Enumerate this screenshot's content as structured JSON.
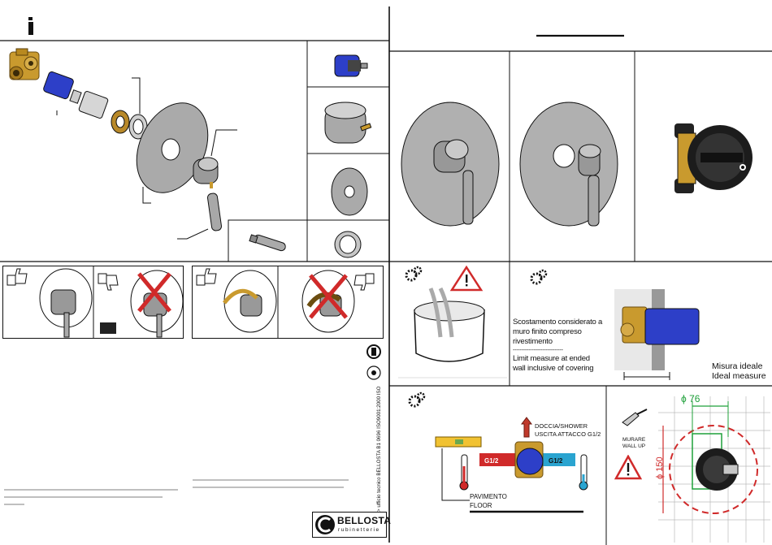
{
  "header": {
    "info_icon": "info-icon"
  },
  "offset": {
    "it": "Scostamento considerato a muro finito compreso rivestimento",
    "divider": "-----------------------------",
    "en": "Limit measure at ended wall inclusive of covering"
  },
  "ideal": {
    "it": "Misura ideale",
    "en": "Ideal measure"
  },
  "install": {
    "shower_1": "DOCCIA/SHOWER",
    "shower_2": "USCITA ATTACCO G1/2",
    "g_left": "G1/2",
    "g_right": "G1/2",
    "floor_1": "PAVIMENTO",
    "floor_2": "FLOOR",
    "wall_1": "MURARE",
    "wall_2": "WALL UP",
    "dim_w": "76",
    "dim_h": "150",
    "phi_w": "ϕ",
    "phi_h": "ϕ"
  },
  "footer": {
    "vertical": "> ufficio tecnico BELLOSTA  B1 0696  ISO9001:2000  ISO",
    "brand": "BELLOSTA",
    "brand_sub": "rubinetterie"
  },
  "colors": {
    "blue": "#2d3fc8",
    "brass": "#c99a2e",
    "red": "#d02a2a",
    "grey": "#9a9a9a"
  }
}
